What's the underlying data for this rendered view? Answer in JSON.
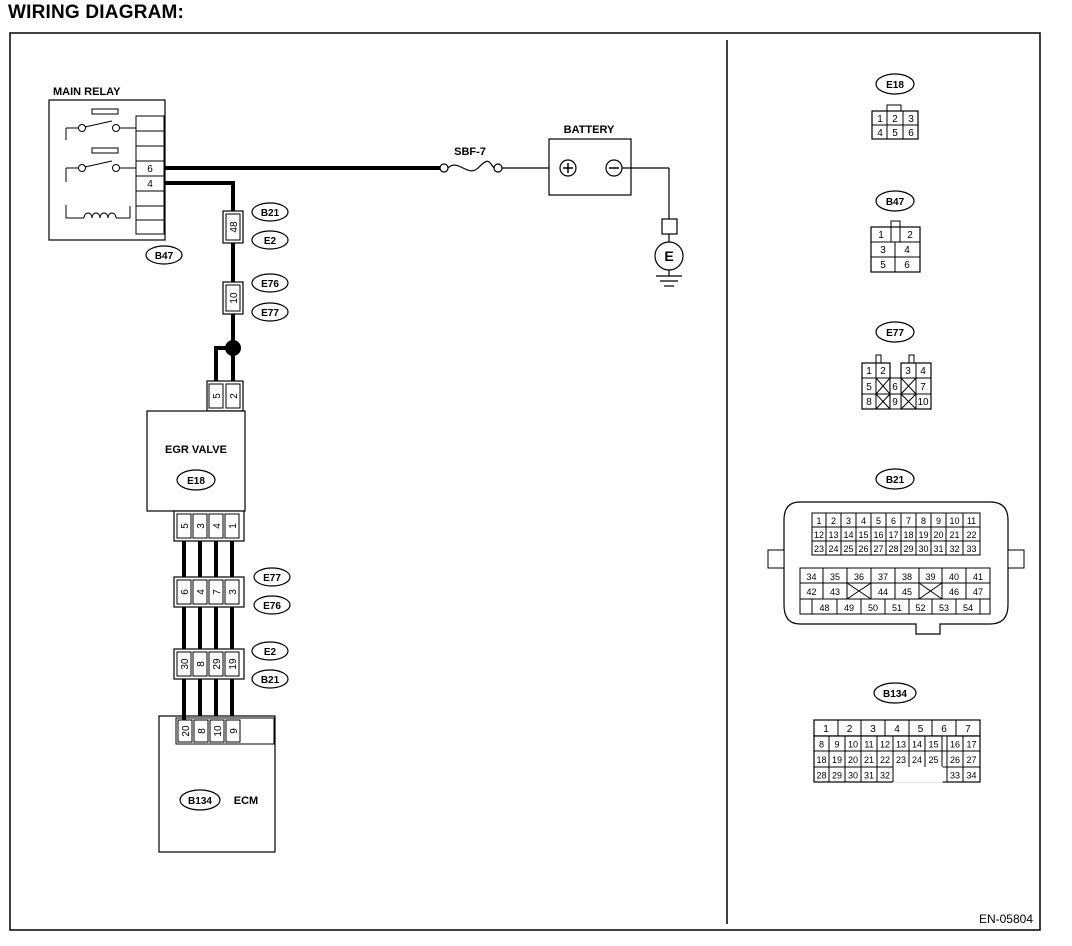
{
  "page_title": "WIRING DIAGRAM:",
  "document_number": "EN-05804",
  "components": {
    "main_relay": {
      "label": "MAIN RELAY",
      "connector": "B47",
      "pin_top": "6",
      "pin_bottom": "4"
    },
    "battery": {
      "label": "BATTERY",
      "plus": "+",
      "minus": "−"
    },
    "fuse": {
      "label": "SBF-7"
    },
    "ground": {
      "label": "E"
    },
    "egr_valve": {
      "label": "EGR VALVE",
      "connector": "E18",
      "pins_top": [
        "5",
        "2"
      ],
      "pins_bottom": [
        "5",
        "3",
        "4",
        "1"
      ]
    },
    "ecm": {
      "label": "ECM",
      "connector": "B134",
      "pins": [
        "20",
        "8",
        "10",
        "9"
      ]
    }
  },
  "joints": {
    "b21_e2": {
      "pin": "48",
      "refs": [
        "B21",
        "E2"
      ]
    },
    "e76_e77": {
      "pin": "10",
      "refs": [
        "E76",
        "E77"
      ]
    },
    "e77_e76_lower": {
      "pins": [
        "6",
        "4",
        "7",
        "3"
      ],
      "refs": [
        "E77",
        "E76"
      ]
    },
    "e2_b21_lower": {
      "pins": [
        "30",
        "8",
        "29",
        "19"
      ],
      "refs": [
        "E2",
        "B21"
      ]
    }
  },
  "connector_views": {
    "E18": {
      "label": "E18",
      "rows": [
        [
          "1",
          "2",
          "3"
        ],
        [
          "4",
          "5",
          "6"
        ]
      ]
    },
    "B47": {
      "label": "B47",
      "rows": [
        [
          "1",
          "2"
        ],
        [
          "3",
          "4"
        ],
        [
          "5",
          "6"
        ]
      ]
    },
    "E77": {
      "label": "E77",
      "rows": [
        [
          "1",
          "2",
          "3",
          "4"
        ],
        [
          "5",
          "6",
          "7"
        ],
        [
          "8",
          "9",
          "10"
        ]
      ]
    },
    "B21": {
      "label": "B21",
      "upper": [
        [
          "1",
          "2",
          "3",
          "4",
          "5",
          "6",
          "7",
          "8",
          "9",
          "10",
          "11"
        ],
        [
          "12",
          "13",
          "14",
          "15",
          "16",
          "17",
          "18",
          "19",
          "20",
          "21",
          "22"
        ],
        [
          "23",
          "24",
          "25",
          "26",
          "27",
          "28",
          "29",
          "30",
          "31",
          "32",
          "33"
        ]
      ],
      "lower": [
        [
          "34",
          "35",
          "36",
          "37",
          "38",
          "39",
          "40",
          "41"
        ],
        [
          "42",
          "43",
          "",
          "44",
          "45",
          "",
          "46",
          "47"
        ],
        [
          "48",
          "49",
          "50",
          "51",
          "52",
          "53",
          "54"
        ]
      ]
    },
    "B134": {
      "label": "B134",
      "rows": [
        [
          "1",
          "2",
          "3",
          "4",
          "5",
          "6",
          "7"
        ],
        [
          "8",
          "9",
          "10",
          "11",
          "12",
          "13",
          "14",
          "15",
          "16",
          "17"
        ],
        [
          "18",
          "19",
          "20",
          "21",
          "22",
          "23",
          "24",
          "25",
          "26",
          "27"
        ],
        [
          "28",
          "29",
          "30",
          "31",
          "32",
          "33",
          "34"
        ]
      ]
    }
  }
}
